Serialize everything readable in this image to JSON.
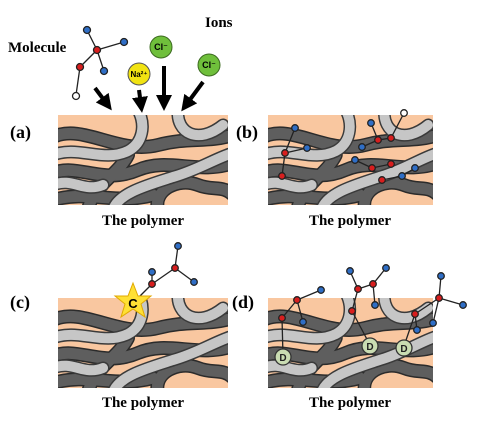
{
  "labels": {
    "molecule": "Molecule",
    "ions": "Ions",
    "panels": [
      "(a)",
      "(b)",
      "(c)",
      "(d)"
    ],
    "polymer_caption": "The polymer",
    "sodium_ion": "Na²⁺",
    "chloride_ion": "Cl⁻",
    "crosslink_symbol": "C",
    "degradation_symbol": "D"
  },
  "colors": {
    "polymer_background": "#f9c7a0",
    "polymer_strand_dark": "#5a5a5a",
    "polymer_strand_light": "#c4c4c4",
    "atom_red": "#d81e1e",
    "atom_blue": "#2f6ec6",
    "atom_white": "#ffffff",
    "sodium_ion": "#f1e312",
    "chloride_ion": "#6fbf3b",
    "crosslink_star": "#ffe034",
    "degradation_disc": "#c9dcb2"
  }
}
